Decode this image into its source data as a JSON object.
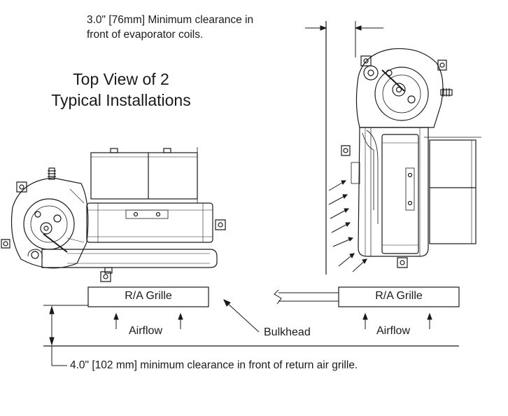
{
  "title": {
    "line1": "Top View of 2",
    "line2": "Typical Installations"
  },
  "notes": {
    "evaporator_line1": "3.0\" [76mm] Minimum clearance in",
    "evaporator_line2": "front of evaporator coils.",
    "return_air": "4.0\" [102 mm] minimum clearance in front of return air grille."
  },
  "labels": {
    "grille_left": "R/A Grille",
    "grille_right": "R/A Grille",
    "airflow_left": "Airflow",
    "airflow_right": "Airflow",
    "bulkhead": "Bulkhead"
  },
  "colors": {
    "line": "#1a1a1a"
  }
}
